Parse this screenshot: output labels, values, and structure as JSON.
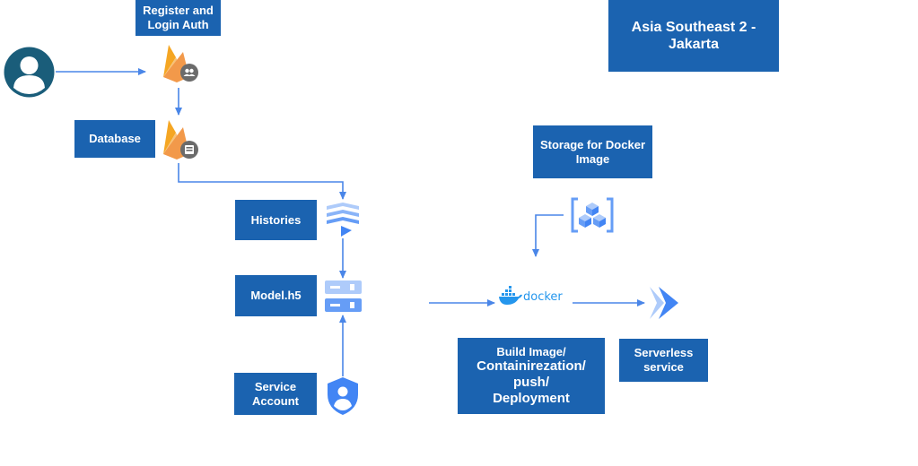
{
  "labels": {
    "register_auth": [
      "Register and",
      "Login Auth"
    ],
    "database": "Database",
    "histories": "Histories",
    "model": "Model.h5",
    "service_account": [
      "Service",
      "Account"
    ],
    "region": [
      "Asia Southeast 2 -",
      "Jakarta"
    ],
    "storage": [
      "Storage for Docker",
      "Image"
    ],
    "build": [
      "Build Image/",
      "Containirezation/",
      "push/",
      "Deployment"
    ],
    "serverless": [
      "Serverless",
      "service"
    ],
    "docker_wordmark": "docker"
  },
  "icons": {
    "user": "user-avatar-icon",
    "auth": "firebase-auth-icon",
    "database": "firebase-database-icon",
    "histories": "cloud-run-histories-icon",
    "model": "server-storage-icon",
    "service_account": "service-account-shield-icon",
    "registry": "artifact-registry-icon",
    "docker": "docker-whale-icon",
    "serverless": "cloud-run-serverless-icon"
  },
  "colors": {
    "box_fill": "#1b63b0",
    "box_text": "#ffffff",
    "arrow": "#4a86e8",
    "user_icon": "#1a5d7a",
    "firebase_orange": "#f5a623",
    "gcp_blue": "#4285f4",
    "docker_blue": "#2496ed"
  }
}
